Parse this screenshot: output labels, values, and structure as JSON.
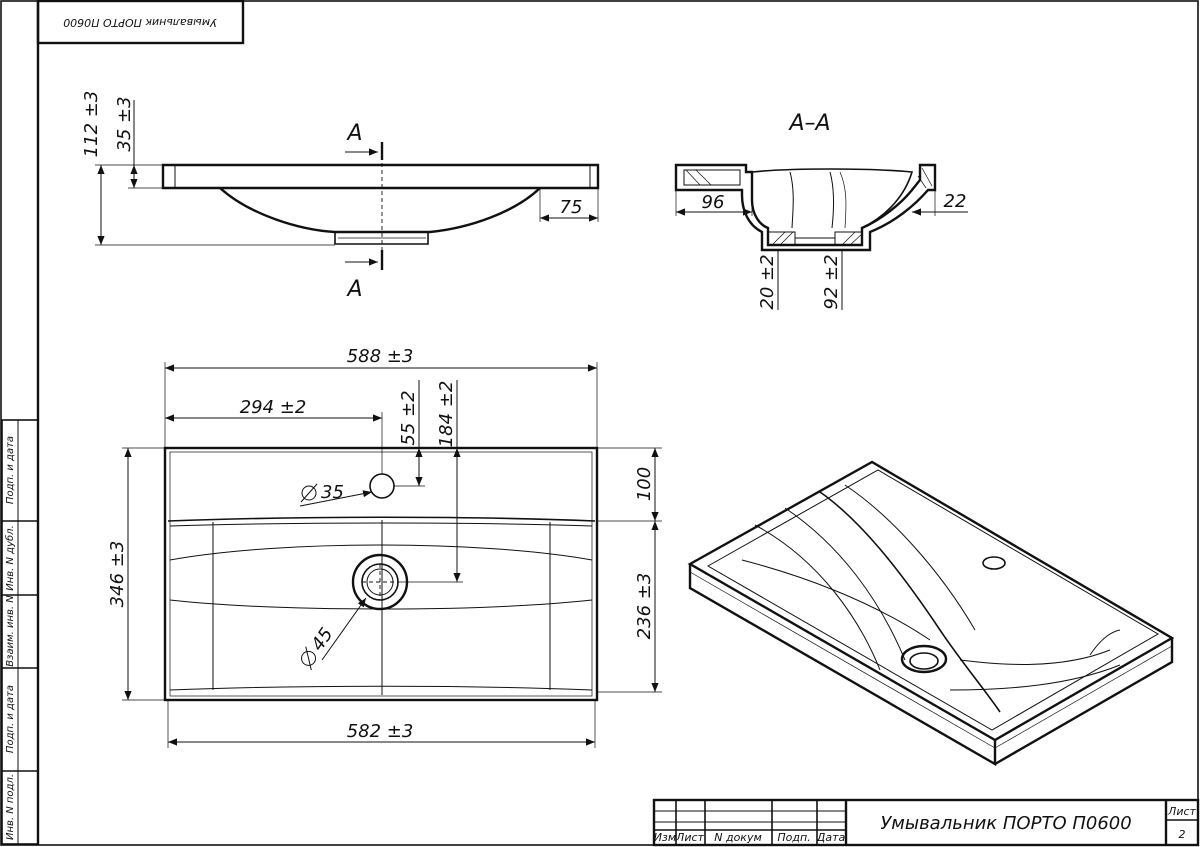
{
  "stamp": {
    "mirrored_title": "Умывальник ПОРТО П0600"
  },
  "side_view": {
    "dim_height_total": "112 ±3",
    "dim_rim": "35 ±3",
    "dim_right_offset": "75",
    "section_mark_top": "A",
    "section_mark_bottom": "A"
  },
  "section_view": {
    "title": "A–A",
    "dim_left": "96",
    "dim_right": "22",
    "dim_drain_a": "20 ±2",
    "dim_drain_b": "92 ±2"
  },
  "top_view": {
    "dim_width_top": "588 ±3",
    "dim_half_width": "294 ±2",
    "dim_hole_offset": "55 ±2",
    "dim_drain_offset": "184 ±2",
    "dim_depth_left": "346 ±3",
    "dim_back_zone": "100",
    "dim_bowl_zone": "236 ±3",
    "dim_width_bottom": "582 ±3",
    "dim_tap_hole": "35",
    "dim_drain": "45"
  },
  "side_strip": {
    "cells": [
      "Подп. и дата",
      "Инв. N дубл.",
      "Взаим. инв. N",
      "Подп. и дата",
      "Инв. N подл."
    ]
  },
  "title_block": {
    "headers": [
      "Изм",
      "Лист",
      "N докум",
      "Подп.",
      "Дата"
    ],
    "title": "Умывальник ПОРТО П0600",
    "sheet_label": "Лист",
    "sheet_number": "2"
  }
}
